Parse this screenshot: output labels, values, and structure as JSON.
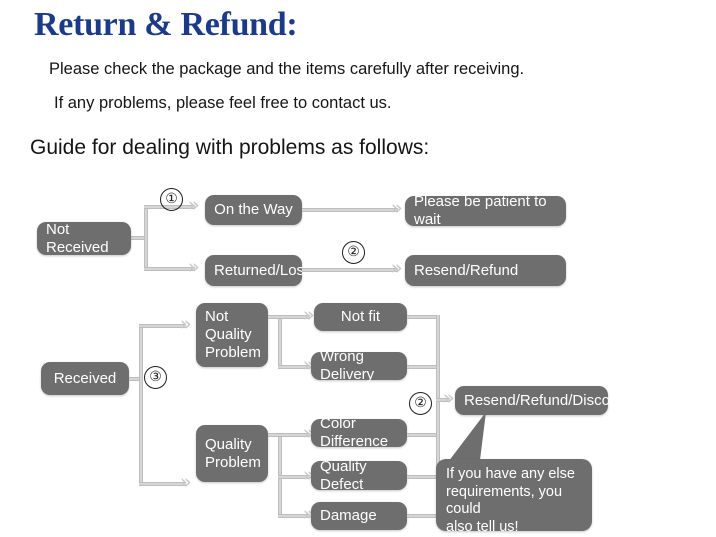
{
  "header": {
    "title": "Return & Refund:",
    "line1": "Please check the package and the items carefully after receiving.",
    "line2": "If any problems, please feel free to contact us.",
    "guide": "Guide for dealing with problems as follows:"
  },
  "colors": {
    "title": "#1a3a8f",
    "node_fill": "#6e6e6e",
    "node_text": "#ffffff",
    "connector": "#d6d6d6",
    "arrow": "#c9c9c9",
    "background": "#ffffff"
  },
  "flow": {
    "markers": {
      "one": "①",
      "two_top": "②",
      "three": "③",
      "two_bottom": "②"
    },
    "nodes": {
      "not_received": "Not Received",
      "on_the_way": "On the Way",
      "returned_lost": "Returned/Lost",
      "please_wait": "Please be patient to wait",
      "resend_refund": "Resend/Refund",
      "received": "Received",
      "not_quality_problem": "Not\nQuality\nProblem",
      "quality_problem": "Quality\nProblem",
      "not_fit": "Not fit",
      "wrong_delivery": "Wrong Delivery",
      "color_difference": "Color Difference",
      "quality_defect": "Quality Defect",
      "damage": "Damage",
      "resend_refund_discount": "Resend/Refund/Discount"
    },
    "callout": "If you have any else\nrequirements, you could\nalso tell us!",
    "arrow_glyph": "»"
  }
}
